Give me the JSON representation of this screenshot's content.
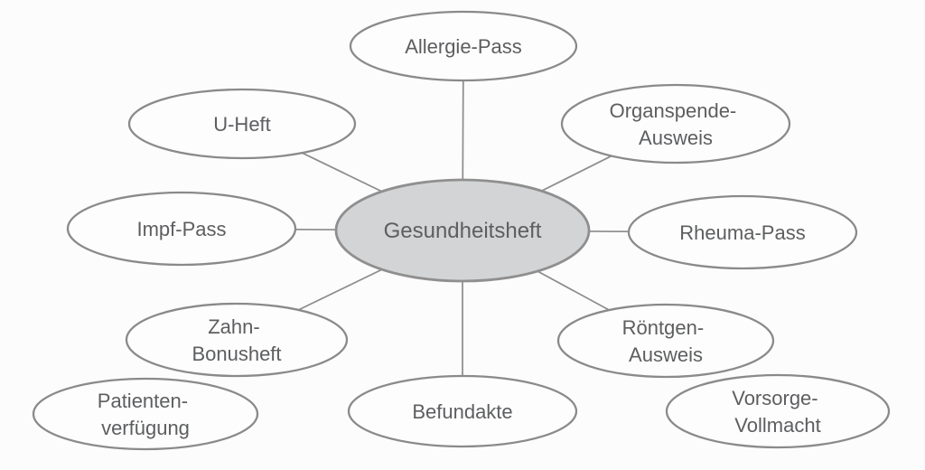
{
  "diagram": {
    "type": "mindmap",
    "center": {
      "id": "gesundheitsheft",
      "label": "Gesundheitsheft"
    },
    "nodes": [
      {
        "id": "allergie-pass",
        "lines": [
          "Allergie-Pass"
        ],
        "connected_to_center": true
      },
      {
        "id": "organspende-ausweis",
        "lines": [
          "Organspende-",
          "Ausweis"
        ],
        "connected_to_center": true
      },
      {
        "id": "rheuma-pass",
        "lines": [
          "Rheuma-Pass"
        ],
        "connected_to_center": true
      },
      {
        "id": "roentgen-ausweis",
        "lines": [
          "Röntgen-",
          "Ausweis"
        ],
        "connected_to_center": true
      },
      {
        "id": "vorsorge-vollmacht",
        "lines": [
          "Vorsorge-",
          "Vollmacht"
        ],
        "connected_to_center": false
      },
      {
        "id": "befundakte",
        "lines": [
          "Befundakte"
        ],
        "connected_to_center": true
      },
      {
        "id": "patientenverfuegung",
        "lines": [
          "Patienten-",
          "verfügung"
        ],
        "connected_to_center": false
      },
      {
        "id": "zahn-bonusheft",
        "lines": [
          "Zahn-",
          "Bonusheft"
        ],
        "connected_to_center": true
      },
      {
        "id": "impf-pass",
        "lines": [
          "Impf-Pass"
        ],
        "connected_to_center": true
      },
      {
        "id": "u-heft",
        "lines": [
          "U-Heft"
        ],
        "connected_to_center": true
      }
    ],
    "connections": [
      [
        "gesundheitsheft",
        "allergie-pass"
      ],
      [
        "gesundheitsheft",
        "organspende-ausweis"
      ],
      [
        "gesundheitsheft",
        "rheuma-pass"
      ],
      [
        "gesundheitsheft",
        "roentgen-ausweis"
      ],
      [
        "gesundheitsheft",
        "befundakte"
      ],
      [
        "gesundheitsheft",
        "zahn-bonusheft"
      ],
      [
        "gesundheitsheft",
        "impf-pass"
      ],
      [
        "gesundheitsheft",
        "u-heft"
      ]
    ],
    "colors": {
      "background": "#fcfcfc",
      "node_fill": "#fdfdfd",
      "center_fill": "#d3d4d5",
      "node_stroke": "#8a8a8a",
      "center_stroke": "#8f8f8f",
      "connector": "#8c8c8c",
      "text": "#5d5e60"
    }
  }
}
